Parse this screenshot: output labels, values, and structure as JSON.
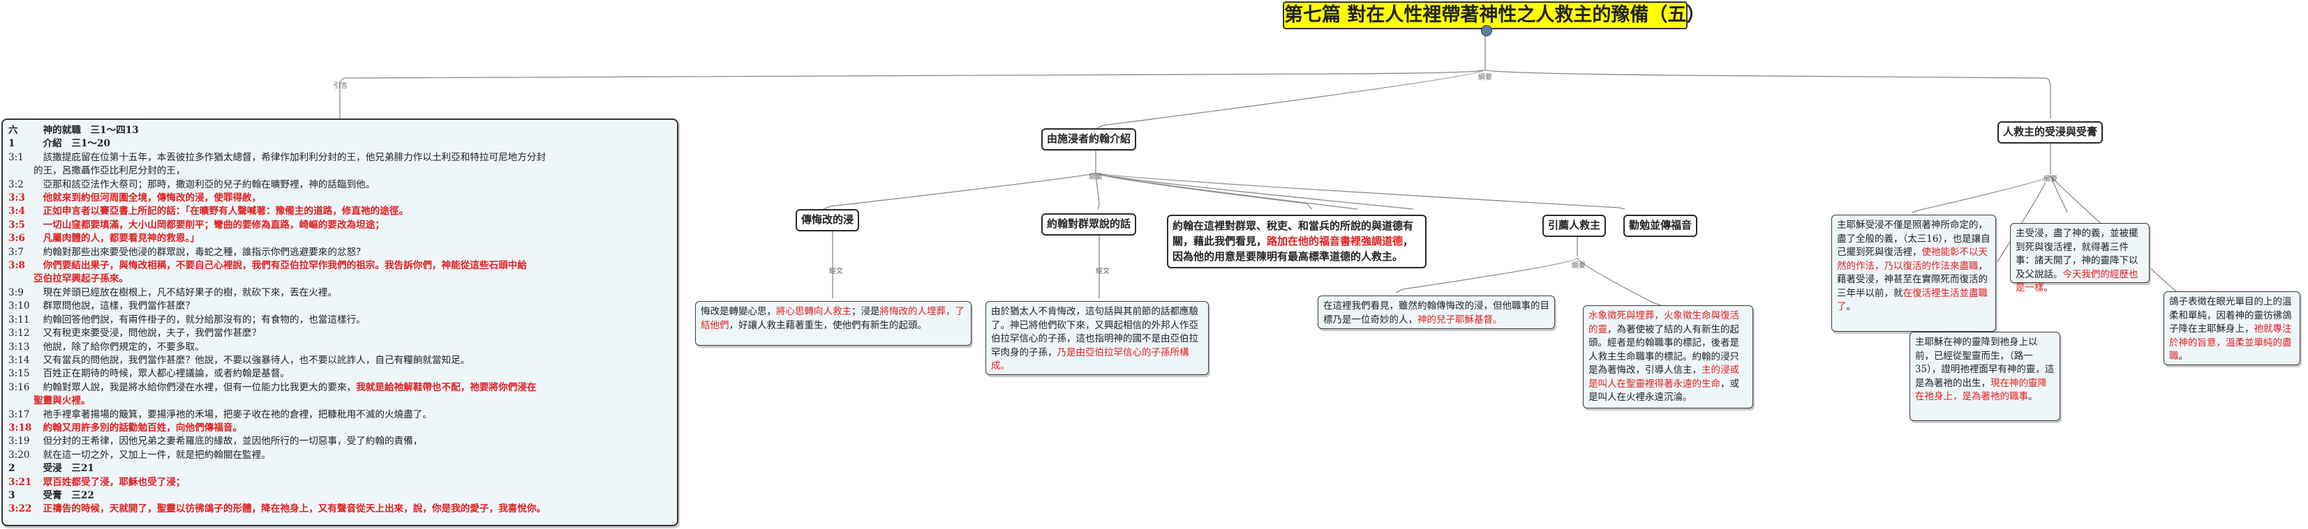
{
  "title": "第七篇 對在人性裡帶著神性之人救主的豫備（五）",
  "connector_labels": {
    "left": "引言",
    "right": "綱要",
    "middle_branch": "綱要",
    "right_branch": "綱要",
    "mid_child": "經文",
    "mid_child2": "經文",
    "leader_branch": "綱要"
  },
  "scripture": {
    "lines": [
      {
        "ref": "六",
        "text": "　神的就職　三1～四13",
        "style": "head"
      },
      {
        "ref": "1",
        "text": "　介紹　三1～20",
        "style": "head"
      },
      {
        "ref": "3:1",
        "text": "　該撒提庇留在位第十五年，本丟彼拉多作猶太總督，希律作加利利分封的王，他兄弟腓力作以土利亞和特拉可尼地方分封",
        "style": "plain"
      },
      {
        "ref": "",
        "text": "的王，呂撒聶作亞比利尼分封的王，",
        "style": "plain"
      },
      {
        "ref": "3:2",
        "text": "　亞那和該亞法作大祭司；那時，撒迦利亞的兒子約翰在曠野裡，神的話臨到他。",
        "style": "plain"
      },
      {
        "ref": "3:3",
        "text": "　他就來到約但河周圍全境，傳悔改的浸，使罪得赦，",
        "style": "red"
      },
      {
        "ref": "3:4",
        "text": "　正如申言者以賽亞書上所記的話：「在曠野有人聲喊著：豫備主的道路，修直祂的途徑。",
        "style": "red"
      },
      {
        "ref": "3:5",
        "text": "　一切山窪都要填滿，大小山岡都要削平；彎曲的要修為直路，崎嶇的要改為坦途；",
        "style": "red"
      },
      {
        "ref": "3:6",
        "text": "　凡屬肉體的人，都要看見神的救恩。」",
        "style": "red"
      },
      {
        "ref": "3:7",
        "text": "　約翰對那些出來要受他浸的群眾說，毒蛇之種，誰指示你們逃避要來的忿怒？",
        "style": "plain"
      },
      {
        "ref": "3:8",
        "text": "　你們要結出果子，與悔改相稱，不要自己心裡說，我們有亞伯拉罕作我們的祖宗。我告訴你們，神能從這些石頭中給",
        "style": "red"
      },
      {
        "ref": "",
        "text": "亞伯拉罕興起子孫來。",
        "style": "red"
      },
      {
        "ref": "3:9",
        "text": "　現在斧頭已經放在樹根上，凡不結好果子的樹，就砍下來，丟在火裡。",
        "style": "plain"
      },
      {
        "ref": "3:10",
        "text": "　群眾問他說，這樣，我們當作甚麼？",
        "style": "plain"
      },
      {
        "ref": "3:11",
        "text": "　約翰回答他們說，有兩件褂子的，就分給那沒有的；有食物的，也當這樣行。",
        "style": "plain"
      },
      {
        "ref": "3:12",
        "text": "　又有稅吏來要受浸，問他說，夫子，我們當作甚麼？",
        "style": "plain"
      },
      {
        "ref": "3:13",
        "text": "　他說，除了給你們規定的，不要多取。",
        "style": "plain"
      },
      {
        "ref": "3:14",
        "text": "　又有當兵的問他說，我們當作甚麼？他說，不要以強暴待人，也不要以訛詐人，自己有糧餉就當知足。",
        "style": "plain"
      },
      {
        "ref": "3:15",
        "text": "　百姓正在期待的時候，眾人都心裡議論，或者約翰是基督。",
        "style": "plain"
      },
      {
        "ref": "3:16",
        "text": "　約翰對眾人說，我是將水給你們浸在水裡，但有一位能力比我更大的要來，我就是給祂解鞋帶也不配，祂要將你們浸在",
        "style": "mixed16"
      },
      {
        "ref": "",
        "text": "聖靈與火裡。",
        "style": "red"
      },
      {
        "ref": "3:17",
        "text": "　祂手裡拿著揚場的簸箕，要揚淨祂的禾場，把麥子收在祂的倉裡，把糠秕用不滅的火燒盡了。",
        "style": "plain"
      },
      {
        "ref": "3:18",
        "text": "　約翰又用許多別的話勸勉百姓，向他們傳福音。",
        "style": "red"
      },
      {
        "ref": "3:19",
        "text": "　但分封的王希律，因他兄弟之妻希羅底的緣故，並因他所行的一切惡事，受了約翰的責備，",
        "style": "plain"
      },
      {
        "ref": "3:20",
        "text": "　就在這一切之外，又加上一件，就是把約翰關在監裡。",
        "style": "plain"
      },
      {
        "ref": "2",
        "text": "　受浸　三21",
        "style": "head"
      },
      {
        "ref": "3:21",
        "text": "　眾百姓都受了浸，耶穌也受了浸；",
        "style": "red"
      },
      {
        "ref": "3",
        "text": "　受膏　三22",
        "style": "head"
      },
      {
        "ref": "3:22",
        "text": "　正禱告的時候，天就開了，聖靈以彷彿鴿子的形體，降在祂身上，又有聲音從天上出來，說，你是我的愛子，我喜悅你。",
        "style": "red"
      }
    ],
    "mixed16_red": "我就是給祂解鞋帶也不配，祂要將你們浸在"
  },
  "mid": {
    "header": "由施浸者約翰介紹",
    "children": [
      {
        "label": "傳悔改的浸"
      },
      {
        "label": "約翰對群眾說的話"
      },
      {
        "label": "約翰在這裡對群眾、稅吏、和當兵的所說的與道德有關，藉此我們看見，路加在他的福音書裡強調道德，因為他的用意是要陳明有最高標準道德的人救主。"
      },
      {
        "label": "引薦人救主"
      },
      {
        "label": "勸勉並傳福音"
      }
    ],
    "note_child3_red": "路加在他的福音書裡強調道德",
    "card_repent": {
      "p1": "悔改是轉變心思，",
      "p1r": "將心思轉向人救主",
      "p2": "；浸是",
      "p2r": "將悔改的人埋葬，了結他們",
      "p3": "，好讓人救主藉著重生，使他們有新生的起頭。"
    },
    "card_crowd": {
      "p1": "由於猶太人不肯悔改，這句話與其前節的話都應驗了。神已將他們砍下來，又興起相信的外邦人作亞伯拉罕信心的子孫，這也指明神的國不是由亞伯拉罕肉身的子孫，",
      "p2r": "乃是由亞伯拉罕信心的子孫所構成。"
    },
    "card_leader1": {
      "p1": "在這裡我們看見，雖然約翰傳悔改的浸，但他職事的目標乃是一位奇妙的人，",
      "p2r": "神的兒子耶穌基督。"
    },
    "card_leader2": {
      "p1r": "水象徵死與埋葬，火象徵生命與復活的靈",
      "p2": "，為著使被了結的人有新生的起頭。經者是約翰職事的標記，後者是人救主生命職事的標記。約翰的浸只是為著悔改，引導人信主，",
      "p3r": "主的浸或是叫人在聖靈裡得著永遠的生命",
      "p4": "，或是叫人在火裡永遠沉淪。"
    }
  },
  "right": {
    "header": "人救主的受浸與受膏",
    "card_a": {
      "p1": "主耶穌受浸不僅是照著神所命定的，盡了全般的義，（太三16），也是讓自己擺到死與復活裡，",
      "p2r": "使祂能彰不以天然的作法，乃以復活的作法來盡職",
      "p3": "，藉著受浸，神甚至在實際死而復活的三年半以前，就",
      "p4r": "在復活裡生活並盡職了",
      "p5": "。"
    },
    "card_b": {
      "p1": "主受浸，盡了神的義，並被擺到死與復活裡，就得著三件事：諸天開了，神的靈降下以及父說話。",
      "p2r": "今天我們的經歷也是一樣",
      "p3": "。"
    },
    "card_c": {
      "p1": "主耶穌在神的靈降到祂身上以前，已經從聖靈而生，（路一35），證明祂裡面早有神的靈，這是為著祂的出生，",
      "p2r": "現在神的靈降在祂身上，是為著祂的職事",
      "p3": "。"
    },
    "card_d": {
      "p1": "鴿子表徵在眼光單目的上的溫柔和單純，因着神的靈彷彿鴿子降在主耶穌身上，",
      "p2r": "祂就專注於神的旨意，溫柔並單純的盡職",
      "p3": "。"
    }
  },
  "colors": {
    "title_bg": "#ffff00",
    "card_bg": "#eef6f9",
    "emphasis": "#e02020",
    "line": "#8a8a8a"
  }
}
